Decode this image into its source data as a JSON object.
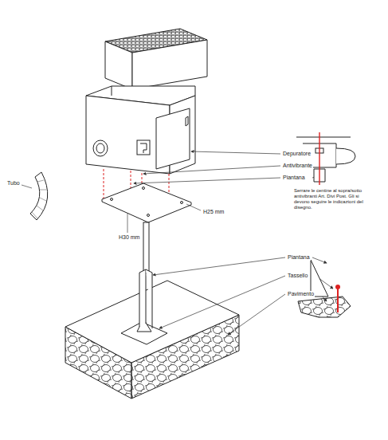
{
  "diagram": {
    "labels": [
      "Tubo",
      "Depuratore",
      "Antivibrante",
      "Piantana",
      "H25 mm",
      "H30 mm",
      "Serrare le centine al sopra/sotto antivibranti Art. Divi Post. Gli si devono seguire le indicazioni del disegno.",
      "Piantana",
      "Tassello",
      "Pavimento"
    ]
  }
}
